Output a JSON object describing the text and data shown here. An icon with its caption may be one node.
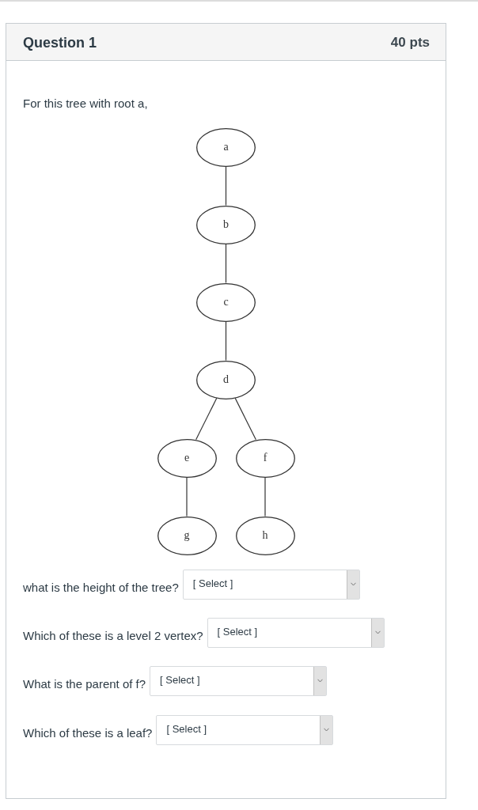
{
  "diagram": {
    "title": "Question 1",
    "nodes": [
      {
        "text": [
          "a"
        ]
      },
      {
        "text": [
          "b"
        ]
      },
      {
        "text": [
          "c"
        ]
      },
      {
        "text": [
          "d"
        ]
      },
      {
        "text": [
          "e"
        ]
      },
      {
        "text": [
          "f"
        ]
      },
      {
        "text": [
          "g"
        ]
      },
      {
        "text": [
          "h"
        ]
      }
    ],
    "edges": [
      {
        "from": 0,
        "to": 1,
        "arrow": "none"
      },
      {
        "from": 1,
        "to": 2,
        "arrow": "none"
      },
      {
        "from": 2,
        "to": 3,
        "arrow": "none"
      },
      {
        "from": 3,
        "to": 4,
        "arrow": "none"
      },
      {
        "from": 3,
        "to": 5,
        "arrow": "none"
      },
      {
        "from": 4,
        "to": 6,
        "arrow": "none"
      },
      {
        "from": 5,
        "to": 7,
        "arrow": "none"
      }
    ],
    "labels": [
      "40 pts",
      "For this tree with root a,",
      "what is the height of the tree?",
      "[ Select ]",
      "Which of these is a level 2 vertex?",
      "[ Select ]",
      "What is the parent of f?",
      "[ Select ]",
      "Which of these is a leaf?",
      "[ Select ]"
    ]
  }
}
